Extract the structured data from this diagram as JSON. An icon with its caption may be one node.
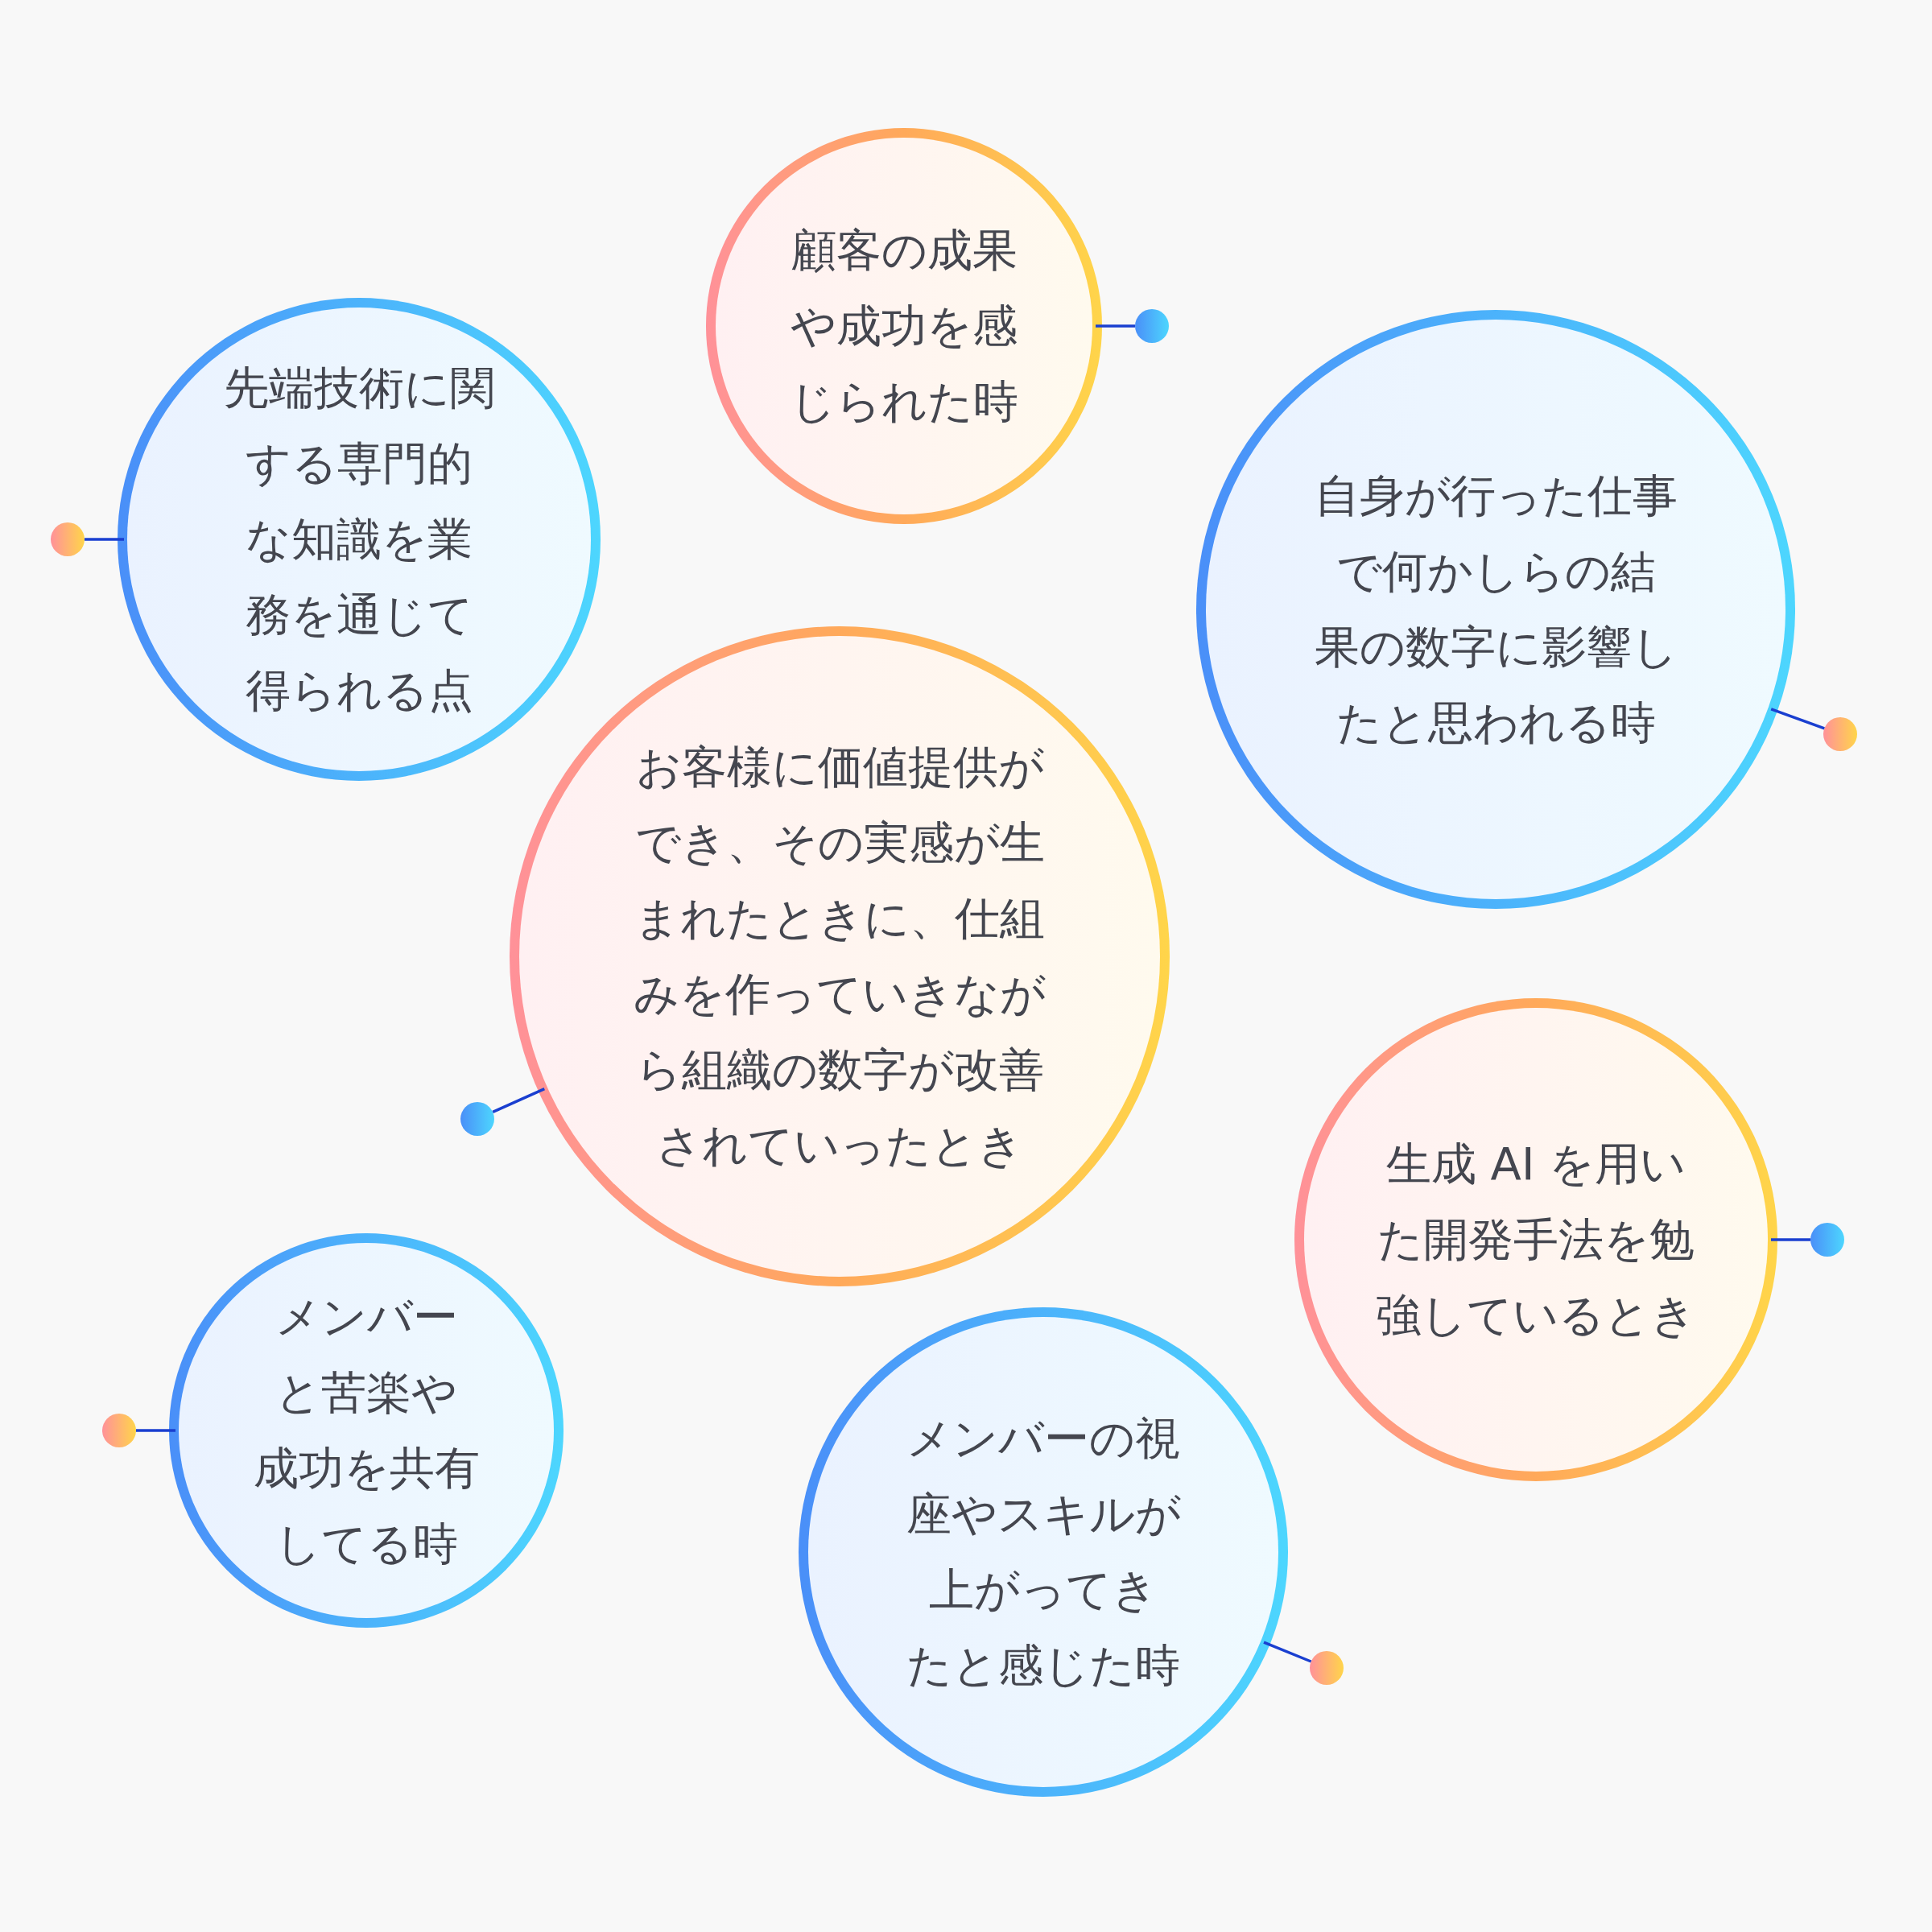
{
  "diagram": {
    "nodes": [
      {
        "text": [
          "顧客の成果や成功を感じられた時"
        ]
      },
      {
        "text": [
          "先端技術に関する専門的な知識を業務を通じて得られる点"
        ]
      },
      {
        "text": [
          "自身が行った仕事で何かしらの結果の数字に影響したと思われる時"
        ]
      },
      {
        "text": [
          "お客様に価値提供ができ、その実感が生まれたときに、仕組みを作っていきながら組織の数字が改善されていったとき"
        ]
      },
      {
        "text": [
          "生成 AI を用いた開発手法を勉強しているとき"
        ]
      },
      {
        "text": [
          "メンバーと苦楽や成功を共有してる時"
        ]
      },
      {
        "text": [
          "メンバーの視座やスキルが上がってきたと感じた時"
        ]
      },
      {
        "text": [],
        "shape": "circle"
      },
      {
        "text": [],
        "shape": "circle"
      },
      {
        "text": [],
        "shape": "circle"
      },
      {
        "text": [],
        "shape": "circle"
      },
      {
        "text": [],
        "shape": "circle"
      },
      {
        "text": [],
        "shape": "circle"
      },
      {
        "text": [],
        "shape": "circle"
      }
    ],
    "edges": [
      {
        "from": 0,
        "to": 7,
        "arrow": "none"
      },
      {
        "from": 1,
        "to": 8,
        "arrow": "none"
      },
      {
        "from": 2,
        "to": 9,
        "arrow": "none"
      },
      {
        "from": 3,
        "to": 10,
        "arrow": "none"
      },
      {
        "from": 4,
        "to": 11,
        "arrow": "none"
      },
      {
        "from": 5,
        "to": 12,
        "arrow": "none"
      },
      {
        "from": 6,
        "to": 13,
        "arrow": "none"
      }
    ]
  }
}
